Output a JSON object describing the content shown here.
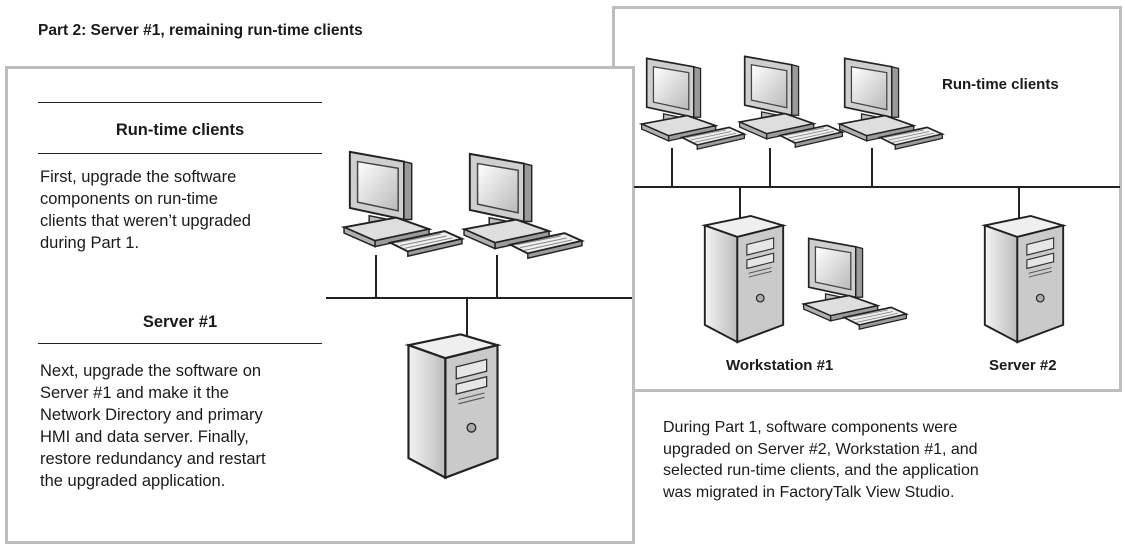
{
  "part_title": "Part 2: Server #1, remaining run-time clients",
  "left": {
    "runtime_heading": "Run-time clients",
    "runtime_text": [
      "First, upgrade the software",
      "components on run-time",
      "clients that weren’t upgraded",
      "during Part 1."
    ],
    "server_heading": "Server #1",
    "server_text": [
      "Next, upgrade the software on",
      "Server #1 and make it the",
      "Network Directory and primary",
      "HMI and data server. Finally,",
      "restore redundancy and restart",
      "the upgraded application."
    ]
  },
  "right": {
    "runtime_label": "Run-time clients",
    "workstation_label": "Workstation #1",
    "server2_label": "Server #2"
  },
  "caption": [
    "During Part 1, software components were",
    "upgraded on Server #2, Workstation #1, and",
    "selected run-time clients, and the application",
    "was migrated in FactoryTalk View Studio."
  ]
}
